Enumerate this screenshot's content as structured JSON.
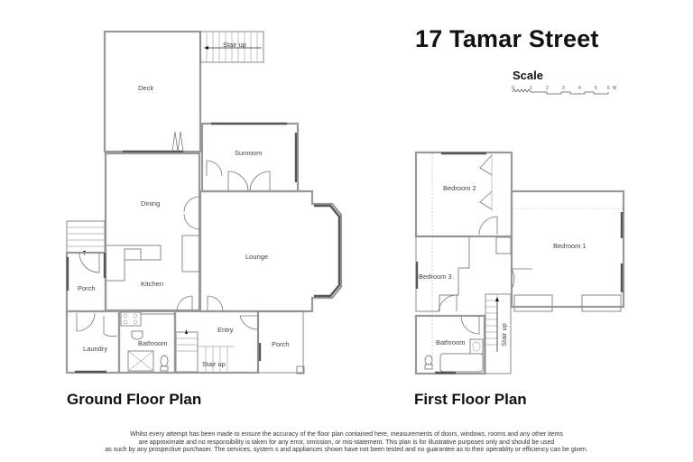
{
  "header": {
    "title": "17 Tamar Street",
    "scale_label": "Scale",
    "scale_ticks": [
      "0",
      "1",
      "2",
      "3",
      "4",
      "5",
      "6"
    ],
    "scale_unit": "M"
  },
  "ground_floor": {
    "title": "Ground Floor Plan",
    "rooms": {
      "deck": "Deck",
      "stair_up_deck": "Stair up",
      "sunroom": "Sunroom",
      "dining": "Dining",
      "lounge": "Lounge",
      "kitchen": "Kitchen",
      "porch_left": "Porch",
      "laundry": "Laundry",
      "bathroom": "Bathroom",
      "entry": "Entry",
      "stair_up_entry": "Stair up",
      "porch_right": "Porch"
    }
  },
  "first_floor": {
    "title": "First Floor Plan",
    "rooms": {
      "bedroom1": "Bedroom 1",
      "bedroom2": "Bedroom 2",
      "bedroom3": "Bedroom 3",
      "bathroom": "Bathroom",
      "stair_up": "Stair up"
    }
  },
  "disclaimer": [
    "Whilst every attempt has been made to ensure the accuracy of the floor plan contained here, measurements of doors, windows, rooms and any other items",
    "are approximate and no responsibility is taken for any error, omission, or mis-statement. This plan is for illustrative purposes only and should be used",
    "as such by any prospective purchaser. The services, system s and appliances shown have not been tested and no guarantee as to their operablity or efficiency can be given."
  ]
}
